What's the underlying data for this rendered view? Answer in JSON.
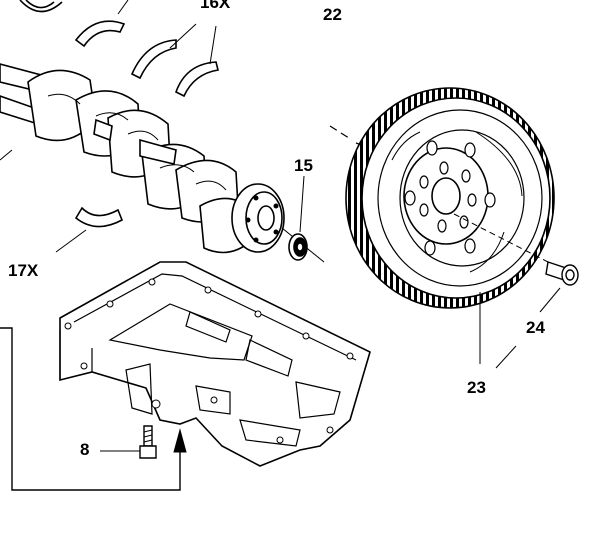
{
  "diagram": {
    "callouts": {
      "p16x": "16X",
      "p22": "22",
      "p15": "15",
      "p17x": "17X",
      "p24": "24",
      "p23": "23",
      "p8": "8"
    }
  }
}
